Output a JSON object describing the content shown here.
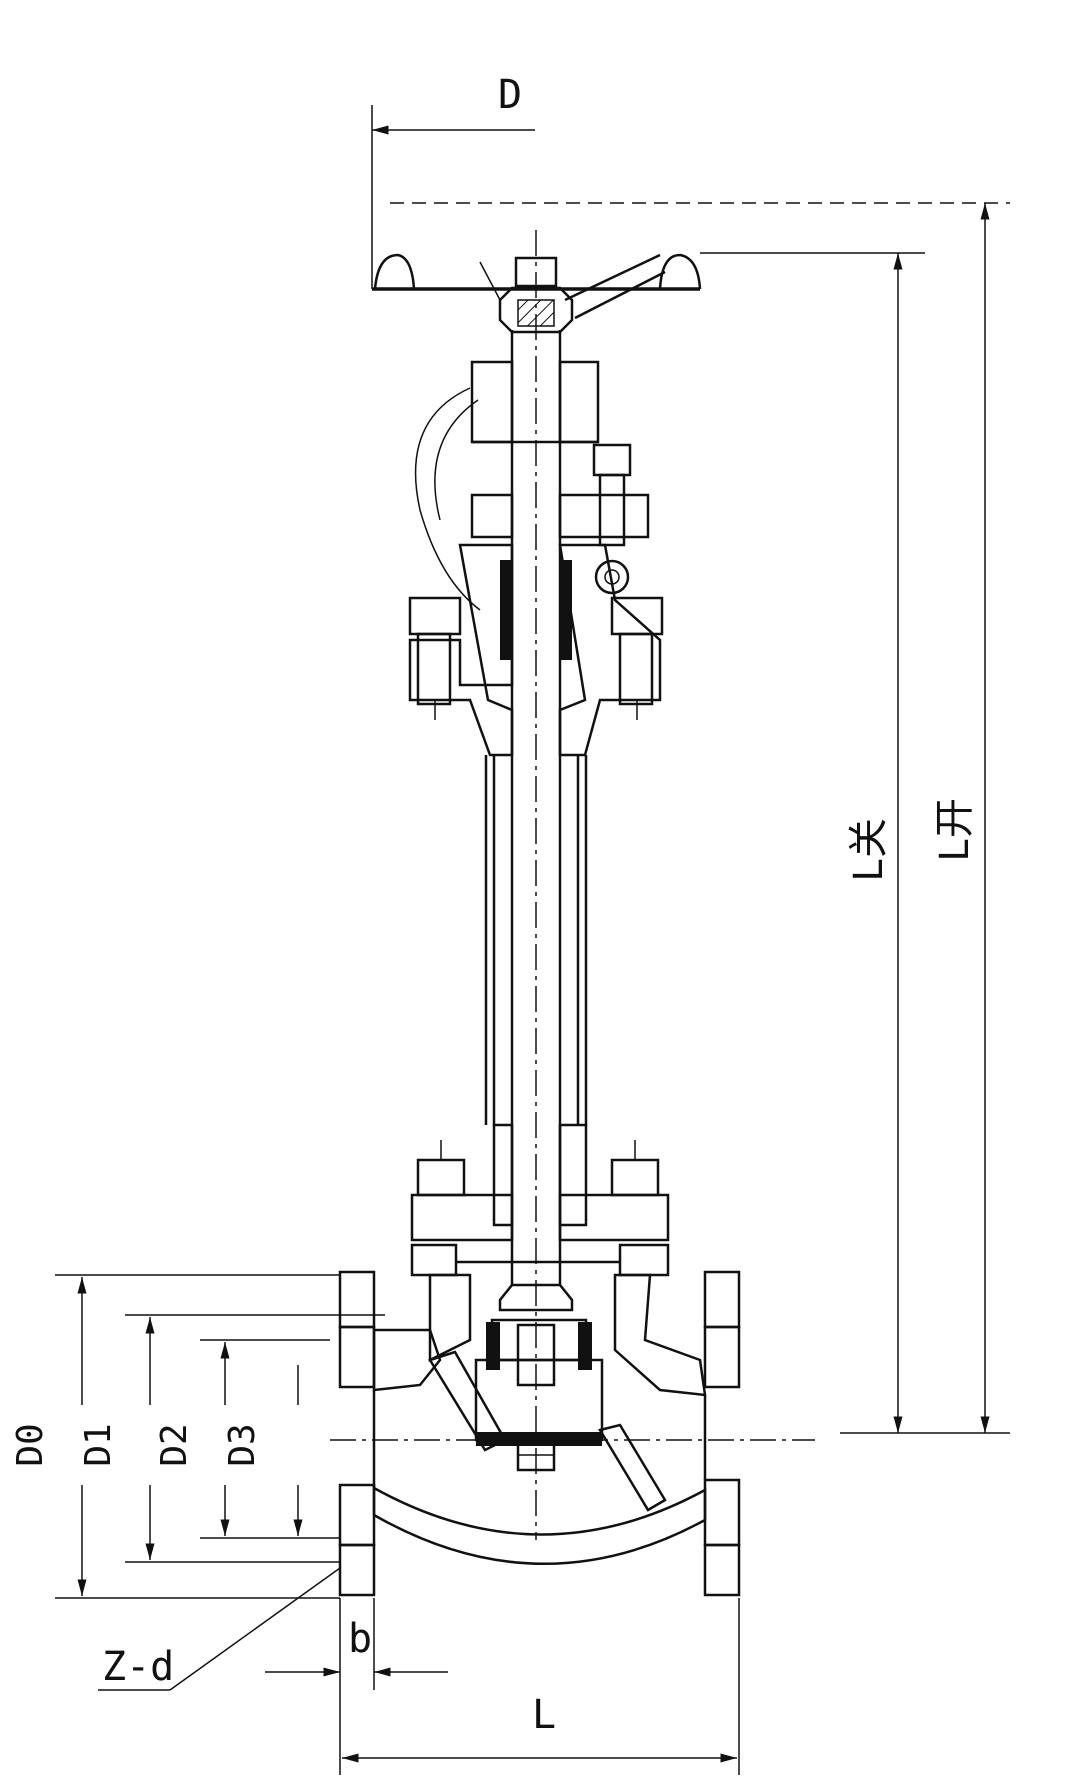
{
  "labels": {
    "D": "D",
    "L_close": "L关",
    "L_open": "L开",
    "D0": "D0",
    "D1": "D1",
    "D2": "D2",
    "D3": "D3",
    "Zd": "Z-d",
    "b": "b",
    "L": "L"
  },
  "colors": {
    "line": "#111111",
    "background": "#ffffff"
  }
}
